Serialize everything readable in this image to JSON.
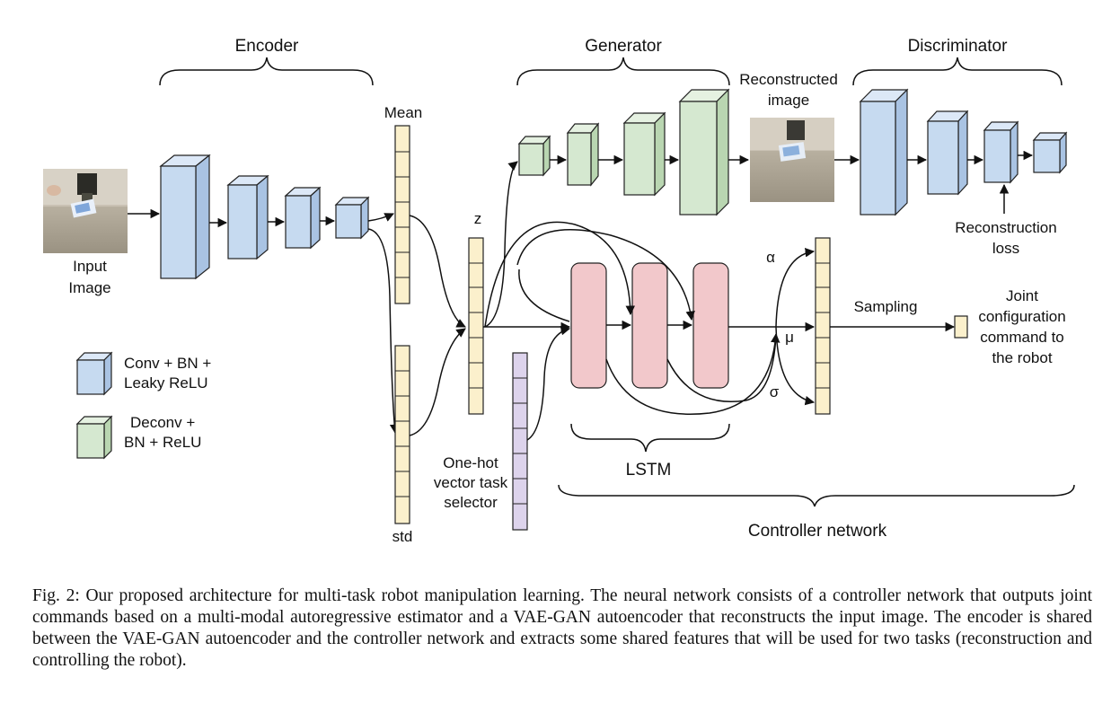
{
  "labels": {
    "encoder": "Encoder",
    "generator": "Generator",
    "discriminator": "Discriminator",
    "reconstructed_1": "Reconstructed",
    "reconstructed_2": "image",
    "input_1": "Input",
    "input_2": "Image",
    "mean": "Mean",
    "std": "std",
    "z": "z",
    "onehot_1": "One-hot",
    "onehot_2": "vector task",
    "onehot_3": "selector",
    "lstm": "LSTM",
    "controller": "Controller network",
    "alpha": "α",
    "mu": "μ",
    "sigma": "σ",
    "sampling": "Sampling",
    "recon_loss_1": "Reconstruction",
    "recon_loss_2": "loss",
    "joint_1": "Joint",
    "joint_2": "configuration",
    "joint_3": "command to",
    "joint_4": "the robot"
  },
  "legend": {
    "conv_1": "Conv + BN +",
    "conv_2": "Leaky ReLU",
    "deconv_1": "Deconv +",
    "deconv_2": "BN + ReLU"
  },
  "colors": {
    "conv": "#c6daf0",
    "deconv": "#d5e8d0",
    "vector": "#fbf0cc",
    "onehot": "#ddd3ec",
    "lstm": "#f2c8cb"
  },
  "caption": "Fig. 2: Our proposed architecture for multi-task robot manipulation learning. The neural network consists of a controller network that outputs joint commands based on a multi-modal autoregressive estimator and a VAE-GAN autoencoder that reconstructs the input image. The encoder is shared between the VAE-GAN autoencoder and the controller network and extracts some shared features that will be used for two tasks (reconstruction and controlling the robot)."
}
